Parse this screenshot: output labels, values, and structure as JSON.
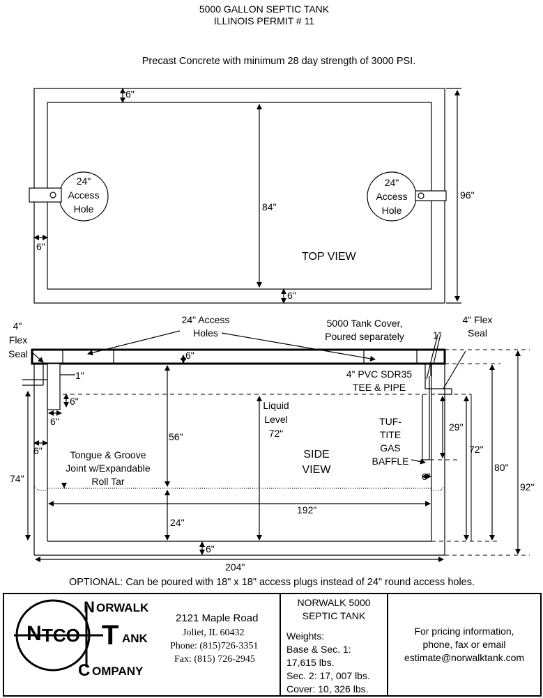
{
  "header": {
    "title_line1": "5000 GALLON SEPTIC TANK",
    "title_line2": "ILLINOIS PERMIT # 11",
    "subtitle": "Precast Concrete with minimum 28 day strength of 3000 PSI."
  },
  "top_view": {
    "label": "TOP VIEW",
    "dim_wall_top": "6\"",
    "dim_wall_left": "6\"",
    "dim_wall_bottom": "6\"",
    "dim_inner_width": "84\"",
    "dim_outer_width": "96\"",
    "access_left": [
      "24\"",
      "Access",
      "Hole"
    ],
    "access_right": [
      "24\"",
      "Access",
      "Hole"
    ]
  },
  "side_view": {
    "label_line1": "SIDE",
    "label_line2": "VIEW",
    "flex_seal_left": [
      "4\"",
      "Flex",
      "Seal"
    ],
    "flex_seal_right": [
      "4\" Flex",
      "Seal"
    ],
    "access_holes": [
      "24\" Access",
      "Holes"
    ],
    "tank_cover": [
      "5000 Tank Cover,",
      "Poured separately"
    ],
    "pvc": [
      "4\" PVC SDR35",
      "TEE & PIPE"
    ],
    "baffle": [
      "TUF-",
      "TITE",
      "GAS",
      "BAFFLE"
    ],
    "liquid_level": [
      "Liquid",
      "Level",
      "72\""
    ],
    "tongue_groove": [
      "Tongue & Groove",
      "Joint w/Expandable",
      "Roll Tar"
    ],
    "dim_cover_6": "6\"",
    "dim_1_left": "1\"",
    "dim_1_right": "1\"",
    "dim_6_inlet_v": "6\"",
    "dim_6_inlet_h": "6\"",
    "dim_6_wall": "6\"",
    "dim_56": "56\"",
    "dim_24": "24\"",
    "dim_74": "74\"",
    "dim_29": "29\"",
    "dim_6_baffle": "6\"",
    "dim_72": "72\"",
    "dim_80": "80\"",
    "dim_92": "92\"",
    "dim_192": "192\"",
    "dim_6_base": "6\"",
    "dim_204": "204\""
  },
  "optional_note": "OPTIONAL: Can be poured with 18\" x 18\" access plugs instead of 24\" round access holes.",
  "footer": {
    "logo": {
      "n": "N",
      "tco": "TCO",
      "t": "T",
      "orwalk": "ORWALK",
      "ank": "ANK",
      "c": "C",
      "ompany": "OMPANY"
    },
    "address": {
      "street": "2121 Maple Road",
      "city": "Joliet, IL  60432",
      "phone": "Phone: (815)726-3351",
      "fax": "Fax: (815) 726-2945"
    },
    "product": {
      "name_line1": "NORWALK 5000",
      "name_line2": "SEPTIC TANK",
      "weights": [
        "Weights:",
        "Base & Sec. 1:",
        "17,615 lbs.",
        "Sec. 2: 17, 007 lbs.",
        "Cover: 10, 326 lbs."
      ]
    },
    "pricing": [
      "For pricing information,",
      "phone, fax or email",
      "estimate@norwalktank.com"
    ]
  }
}
